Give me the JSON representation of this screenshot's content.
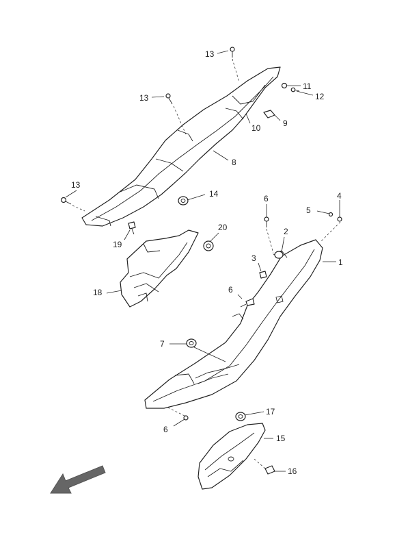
{
  "diagram": {
    "callouts": {
      "c1": "1",
      "c2": "2",
      "c3": "3",
      "c4": "4",
      "c5": "5",
      "c6a": "6",
      "c6b": "6",
      "c6c": "6",
      "c7": "7",
      "c8": "8",
      "c9": "9",
      "c10": "10",
      "c11": "11",
      "c12": "12",
      "c13a": "13",
      "c13b": "13",
      "c13c": "13",
      "c14": "14",
      "c15": "15",
      "c16": "16",
      "c17": "17",
      "c18": "18",
      "c19": "19",
      "c20": "20"
    },
    "icons": {
      "direction": "front-direction-arrow-icon"
    },
    "colors": {
      "ink": "#222222",
      "arrow": "#666666",
      "background": "#ffffff"
    }
  }
}
